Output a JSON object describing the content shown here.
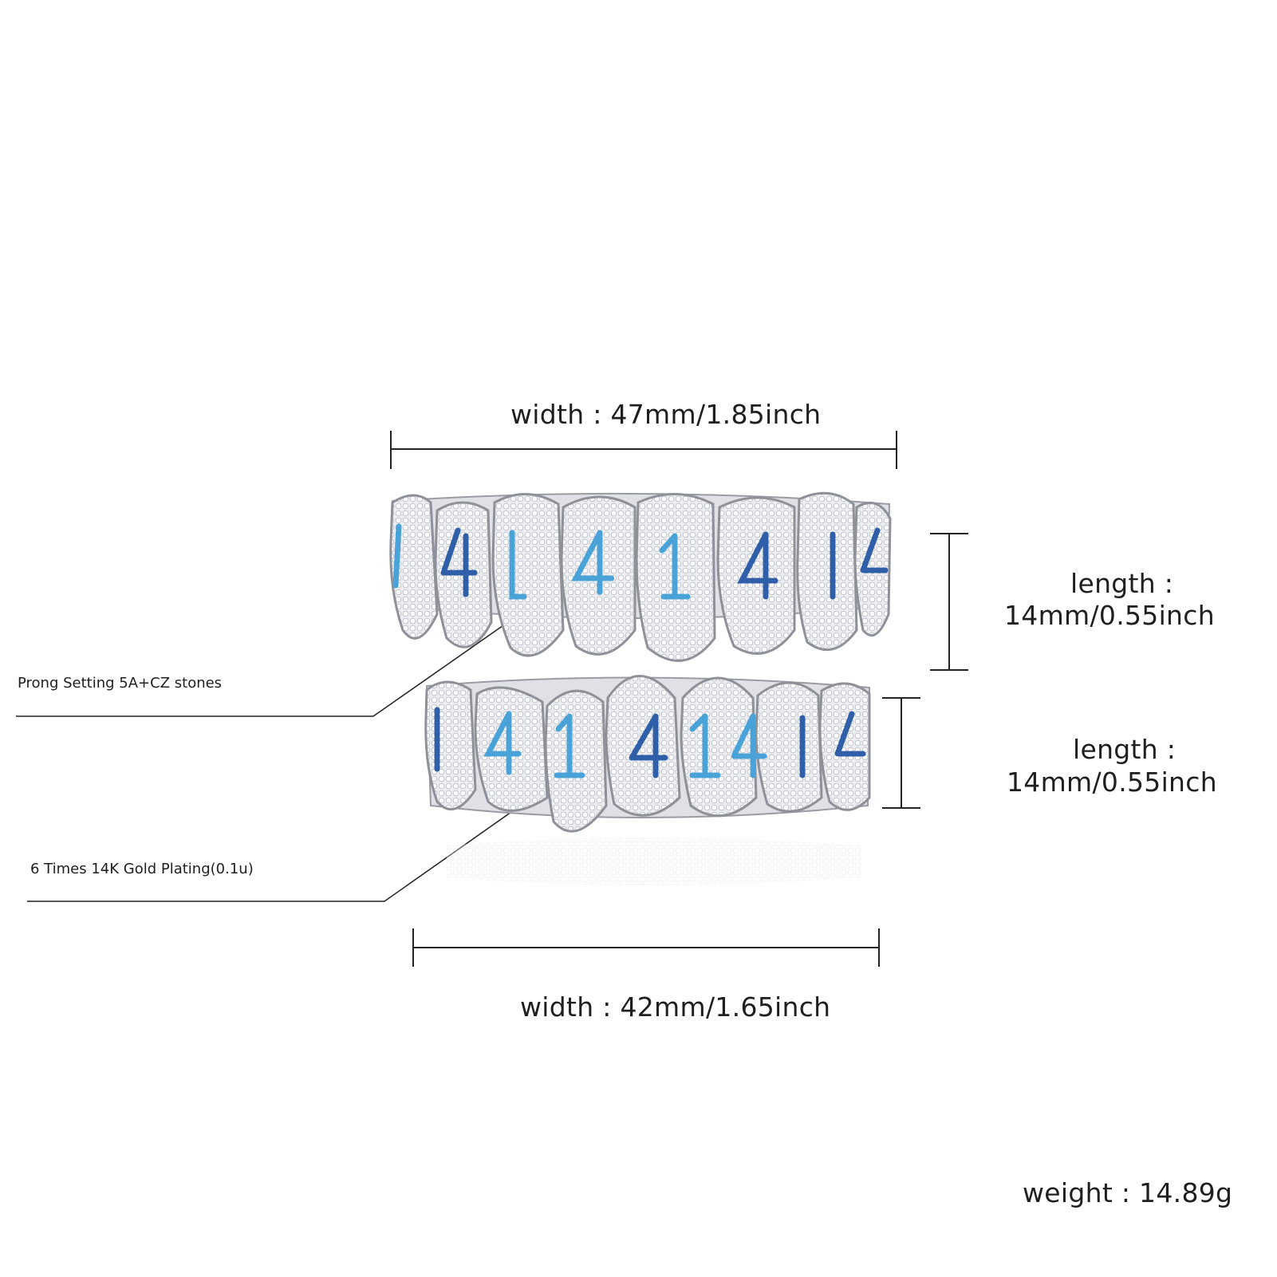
{
  "product": {
    "top_width_label": "width  : 47mm/1.85inch",
    "bottom_width_label": "width  : 42mm/1.65inch",
    "top_length_label_line1": "length  :",
    "top_length_label_line2": "14mm/0.55inch",
    "bottom_length_label_line1": "length  :",
    "bottom_length_label_line2": "14mm/0.55inch",
    "weight_label": "weight  : 14.89g",
    "callout_stones": "Prong Setting 5A+CZ stones",
    "callout_plating": "6 Times  14K  Gold  Plating(0.1u)"
  },
  "colors": {
    "silver": "#e9eaee",
    "silver_edge": "#9a9ca3",
    "blue_stone": "#4aa3d8",
    "dark_blue_stone": "#2f5fa8",
    "line": "#222222"
  },
  "icons": {
    "top_grill": "iced-top-grill-image",
    "bottom_grill": "iced-bottom-grill-image"
  }
}
